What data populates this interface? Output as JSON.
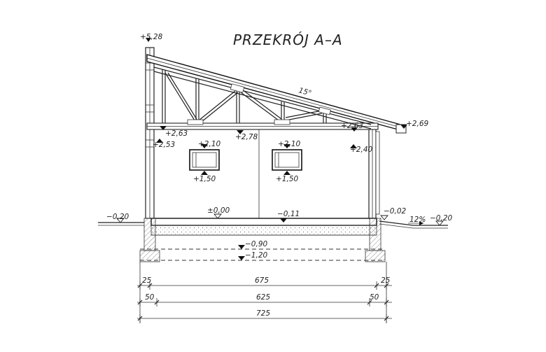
{
  "title": "PRZEKRÓJ A–A",
  "roof_slope": "15°",
  "levels": {
    "top": "+5,28",
    "eave_left": "+2,63",
    "beam_left": "+2,53",
    "mid_beam": "+2,78",
    "eave_right": "+2,63",
    "gutter": "+2,69",
    "right_wall": "+2,40",
    "win1_top": "+2,10",
    "win1_bottom": "+1,50",
    "win2_top": "+2,10",
    "win2_bottom": "+1,50",
    "floor": "±0,00",
    "floor_low": "−0,11",
    "ground_left": "−0,20",
    "ground_right_in": "−0,02",
    "ground_right": "−0,20",
    "slope": "12%",
    "foundation_top": "−0,90",
    "foundation_bottom": "−1,20"
  },
  "dimensions": {
    "row1": {
      "left": "25",
      "middle": "675",
      "right": "25"
    },
    "row2": {
      "left": "50",
      "middle": "625",
      "right": "50"
    },
    "row3": {
      "total": "725"
    }
  }
}
